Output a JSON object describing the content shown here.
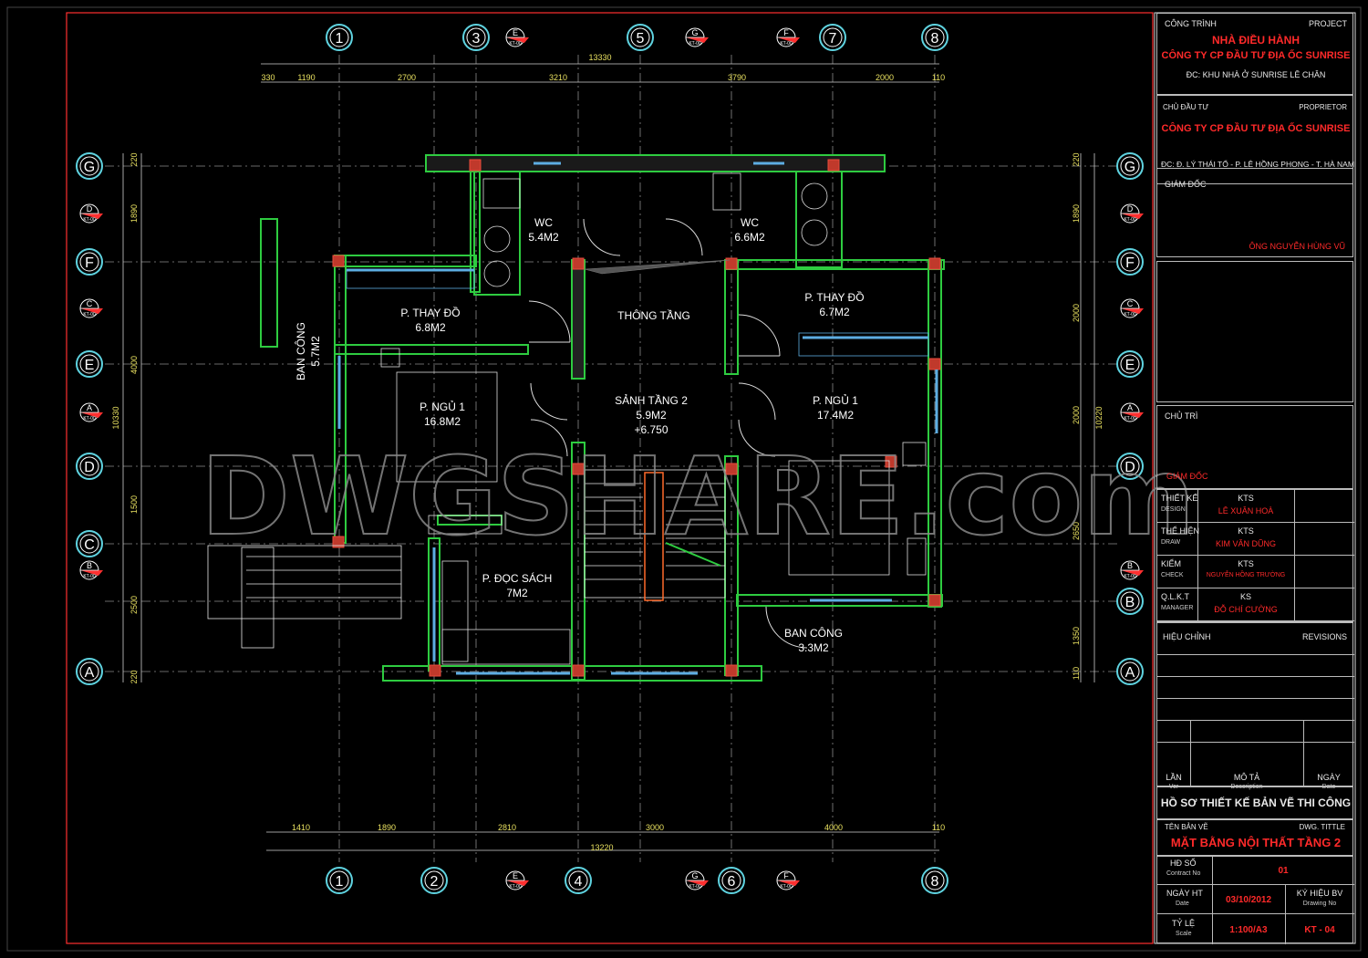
{
  "plan": {
    "axes_top": [
      {
        "label": "1",
        "kind": "grid"
      },
      {
        "label": "3",
        "kind": "grid"
      },
      {
        "label": "E",
        "sub": "KT-00",
        "kind": "section"
      },
      {
        "label": "5",
        "kind": "grid"
      },
      {
        "label": "G",
        "sub": "KT-00",
        "kind": "section"
      },
      {
        "label": "F",
        "sub": "KT-00",
        "kind": "section"
      },
      {
        "label": "7",
        "kind": "grid"
      },
      {
        "label": "8",
        "kind": "grid"
      }
    ],
    "axes_bottom": [
      {
        "label": "1",
        "kind": "grid"
      },
      {
        "label": "2",
        "kind": "grid"
      },
      {
        "label": "E",
        "sub": "KT-00",
        "kind": "section"
      },
      {
        "label": "4",
        "kind": "grid"
      },
      {
        "label": "G",
        "sub": "KT-00",
        "kind": "section"
      },
      {
        "label": "6",
        "kind": "grid"
      },
      {
        "label": "F",
        "sub": "KT-00",
        "kind": "section"
      },
      {
        "label": "8",
        "kind": "grid"
      }
    ],
    "axes_left": [
      {
        "label": "G",
        "kind": "grid"
      },
      {
        "label": "D",
        "sub": "KT-00",
        "kind": "section"
      },
      {
        "label": "F",
        "kind": "grid"
      },
      {
        "label": "C",
        "sub": "KT-00",
        "kind": "section"
      },
      {
        "label": "E",
        "kind": "grid"
      },
      {
        "label": "A",
        "sub": "KT-00",
        "kind": "section"
      },
      {
        "label": "D",
        "kind": "grid"
      },
      {
        "label": "C",
        "kind": "grid"
      },
      {
        "label": "B",
        "sub": "KT-00",
        "kind": "section"
      },
      {
        "label": "A",
        "kind": "grid"
      }
    ],
    "axes_right": [
      {
        "label": "G",
        "kind": "grid"
      },
      {
        "label": "D",
        "sub": "KT-00",
        "kind": "section"
      },
      {
        "label": "F",
        "kind": "grid"
      },
      {
        "label": "C",
        "sub": "KT-00",
        "kind": "section"
      },
      {
        "label": "E",
        "kind": "grid"
      },
      {
        "label": "A",
        "sub": "KT-00",
        "kind": "section"
      },
      {
        "label": "D",
        "kind": "grid"
      },
      {
        "label": "B",
        "sub": "KT-00",
        "kind": "section"
      },
      {
        "label": "B",
        "kind": "grid"
      },
      {
        "label": "A",
        "kind": "grid"
      }
    ],
    "dims_top_total": "13330",
    "dims_top": [
      "330",
      "1190",
      "2700",
      "3210",
      "3790",
      "2000",
      "110"
    ],
    "dims_bottom_total": "13220",
    "dims_bottom": [
      "1410",
      "1890",
      "2810",
      "3000",
      "4000",
      "110"
    ],
    "dims_left_total": "10330",
    "dims_left": [
      "220",
      "1890",
      "4000",
      "1500",
      "2500",
      "220"
    ],
    "dims_right_total": "10220",
    "dims_right": [
      "220",
      "1890",
      "2000",
      "2000",
      "2650",
      "1350",
      "110"
    ],
    "rooms": [
      {
        "name": "WC",
        "area": "5.4M2"
      },
      {
        "name": "WC",
        "area": "6.6M2"
      },
      {
        "name": "P. THAY ĐỒ",
        "area": "6.8M2"
      },
      {
        "name": "THÔNG TẦNG",
        "area": ""
      },
      {
        "name": "P. THAY ĐỒ",
        "area": "6.7M2"
      },
      {
        "name": "BAN CÔNG",
        "area": "5.7M2"
      },
      {
        "name": "P. NGỦ 1",
        "area": "16.8M2"
      },
      {
        "name": "SẢNH TẦNG 2",
        "area": "5.9M2",
        "extra": "+6.750"
      },
      {
        "name": "P. NGỦ 1",
        "area": "17.4M2"
      },
      {
        "name": "P. ĐỌC SÁCH",
        "area": "7M2"
      },
      {
        "name": "BAN CÔNG",
        "area": "3.3M2"
      }
    ],
    "watermark": "DWGSHARE.com"
  },
  "titleblock": {
    "project_label": "CÔNG TRÌNH",
    "project_label_en": "PROJECT",
    "project_name": "NHÀ ĐIỀU HÀNH",
    "project_company": "CÔNG TY CP ĐẦU TƯ ĐỊA ỐC SUNRISE",
    "project_address": "ĐC: KHU NHÀ Ở SUNRISE LÊ CHÂN",
    "owner_label": "CHỦ ĐẦU TƯ",
    "owner_label_en": "PROPRIETOR",
    "owner_name": "CÔNG TY CP ĐẦU TƯ ĐỊA ỐC SUNRISE",
    "owner_address": "ĐC: Đ. LÝ THÁI TỔ - P. LÊ HỒNG PHONG - T. HÀ NAM",
    "director_label": "GIÁM ĐỐC",
    "director_name": "ÔNG NGUYỄN HÙNG VŨ",
    "chair_label": "CHỦ TRÌ",
    "chair_role": "GIÁM ĐỐC",
    "staff": [
      {
        "role": "THIẾT KẾ",
        "role_en": "DESIGN",
        "title": "KTS",
        "name": "LÊ XUÂN HOÀ"
      },
      {
        "role": "THỂ HIỆN",
        "role_en": "DRAW",
        "title": "KTS",
        "name": "KIM VĂN DŨNG"
      },
      {
        "role": "KIỂM",
        "role_en": "CHECK",
        "title": "KTS",
        "name": "NGUYỄN HỒNG TRƯỜNG"
      },
      {
        "role": "Q.L.K.T",
        "role_en": "MANAGER",
        "title": "KS",
        "name": "ĐỖ CHÍ CƯỜNG"
      }
    ],
    "revisions_label": "HIỆU CHỈNH",
    "revisions_label_en": "REVISIONS",
    "rev_cols": [
      {
        "vn": "LẦN",
        "en": "Ver"
      },
      {
        "vn": "MÔ TẢ",
        "en": "Description"
      },
      {
        "vn": "NGÀY",
        "en": "Date"
      }
    ],
    "set_title": "HỒ SƠ THIẾT KẾ BẢN VẼ THI CÔNG",
    "dwg_label": "TÊN BẢN VẼ",
    "dwg_label_en": "DWG. TITTLE",
    "dwg_title": "MẶT BẰNG NỘI THẤT TẦNG 2",
    "contract_label": "HĐ SỐ",
    "contract_label_en": "Contract No",
    "contract_no": "01",
    "date_label": "NGÀY HT",
    "date_label_en": "Date",
    "date": "03/10/2012",
    "drawing_no_label": "KÝ HIỆU BV",
    "drawing_no_label_en": "Drawing No",
    "scale_label": "TỶ LỆ",
    "scale_label_en": "Scale",
    "scale": "1:100/A3",
    "drawing_no": "KT - 04"
  }
}
